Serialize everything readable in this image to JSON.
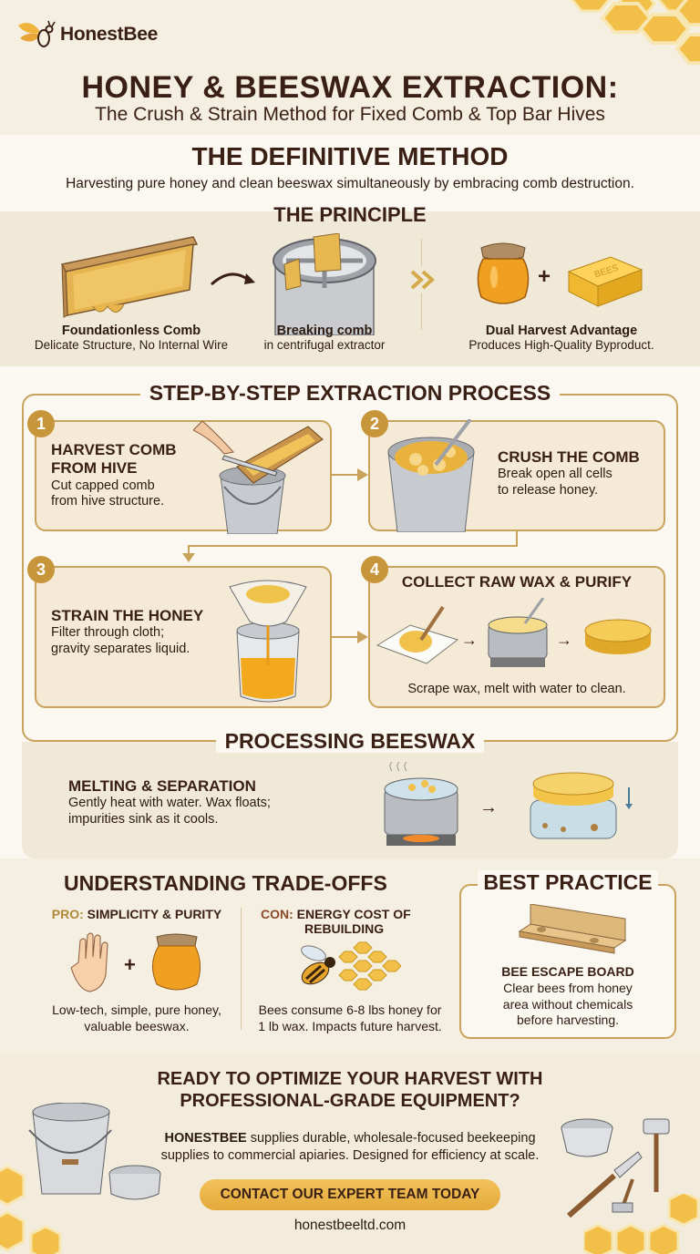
{
  "brand": {
    "name": "HonestBee"
  },
  "header": {
    "title": "HONEY & BEESWAX EXTRACTION:",
    "subtitle": "The Crush & Strain Method for Fixed Comb & Top Bar Hives"
  },
  "definitive": {
    "title": "THE DEFINITIVE METHOD",
    "subtitle": "Harvesting pure honey and clean beeswax simultaneously by embracing comb destruction."
  },
  "principle": {
    "title": "THE PRINCIPLE",
    "items": [
      {
        "label": "Foundationless Comb",
        "desc": "Delicate Structure, No Internal Wire",
        "icon": "comb-frame-icon"
      },
      {
        "label": "Breaking comb",
        "desc": "in centrifugal extractor",
        "icon": "extractor-icon"
      },
      {
        "label": "Dual Harvest Advantage",
        "desc": "Produces High-Quality Byproduct.",
        "icon": "honey-jar-and-wax-icon",
        "wax_text": "BEES"
      }
    ],
    "plus": "+"
  },
  "steps": {
    "title": "STEP-BY-STEP EXTRACTION PROCESS",
    "items": [
      {
        "num": "1",
        "title_l1": "HARVEST COMB",
        "title_l2": "FROM HIVE",
        "desc_l1": "Cut capped comb",
        "desc_l2": "from hive structure."
      },
      {
        "num": "2",
        "title_l1": "CRUSH THE COMB",
        "title_l2": "",
        "desc_l1": "Break open all cells",
        "desc_l2": "to release honey."
      },
      {
        "num": "3",
        "title_l1": "STRAIN THE HONEY",
        "title_l2": "",
        "desc_l1": "Filter through cloth;",
        "desc_l2": "gravity separates liquid."
      },
      {
        "num": "4",
        "title_l1": "COLLECT RAW WAX & PURIFY",
        "title_l2": "",
        "desc_l1": "Scrape wax, melt with water to clean.",
        "desc_l2": ""
      }
    ]
  },
  "processing": {
    "title": "PROCESSING BEESWAX",
    "subtitle": "MELTING & SEPARATION",
    "desc_l1": "Gently heat with water. Wax floats;",
    "desc_l2": "impurities sink as it cools."
  },
  "tradeoffs": {
    "title": "UNDERSTANDING TRADE-OFFS",
    "pro": {
      "key": "PRO:",
      "label": "SIMPLICITY & PURITY",
      "desc_l1": "Low-tech, simple, pure honey,",
      "desc_l2": "valuable beeswax."
    },
    "con": {
      "key": "CON:",
      "label_l1": "ENERGY COST OF",
      "label_l2": "REBUILDING",
      "desc_l1": "Bees consume 6-8 lbs honey for",
      "desc_l2": "1 lb wax. Impacts future harvest."
    }
  },
  "best_practice": {
    "title": "BEST PRACTICE",
    "label": "BEE ESCAPE BOARD",
    "desc_l1": "Clear bees from honey",
    "desc_l2": "area without chemicals",
    "desc_l3": "before harvesting."
  },
  "footer": {
    "title_l1": "READY TO OPTIMIZE YOUR HARVEST WITH",
    "title_l2": "PROFESSIONAL-GRADE EQUIPMENT?",
    "brand_caps": "HONESTBEE",
    "desc_l1": " supplies durable, wholesale-focused beekeeping",
    "desc_l2": "supplies to commercial apiaries. Designed for efficiency at scale.",
    "cta_label": "CONTACT OUR EXPERT TEAM TODAY",
    "url": "honestbeeltd.com"
  },
  "colors": {
    "background": "#f5efe1",
    "text_dark": "#3a1f14",
    "accent_gold": "#c9a25b",
    "honey": "#e8a93a",
    "cta": "#f2c25a"
  }
}
